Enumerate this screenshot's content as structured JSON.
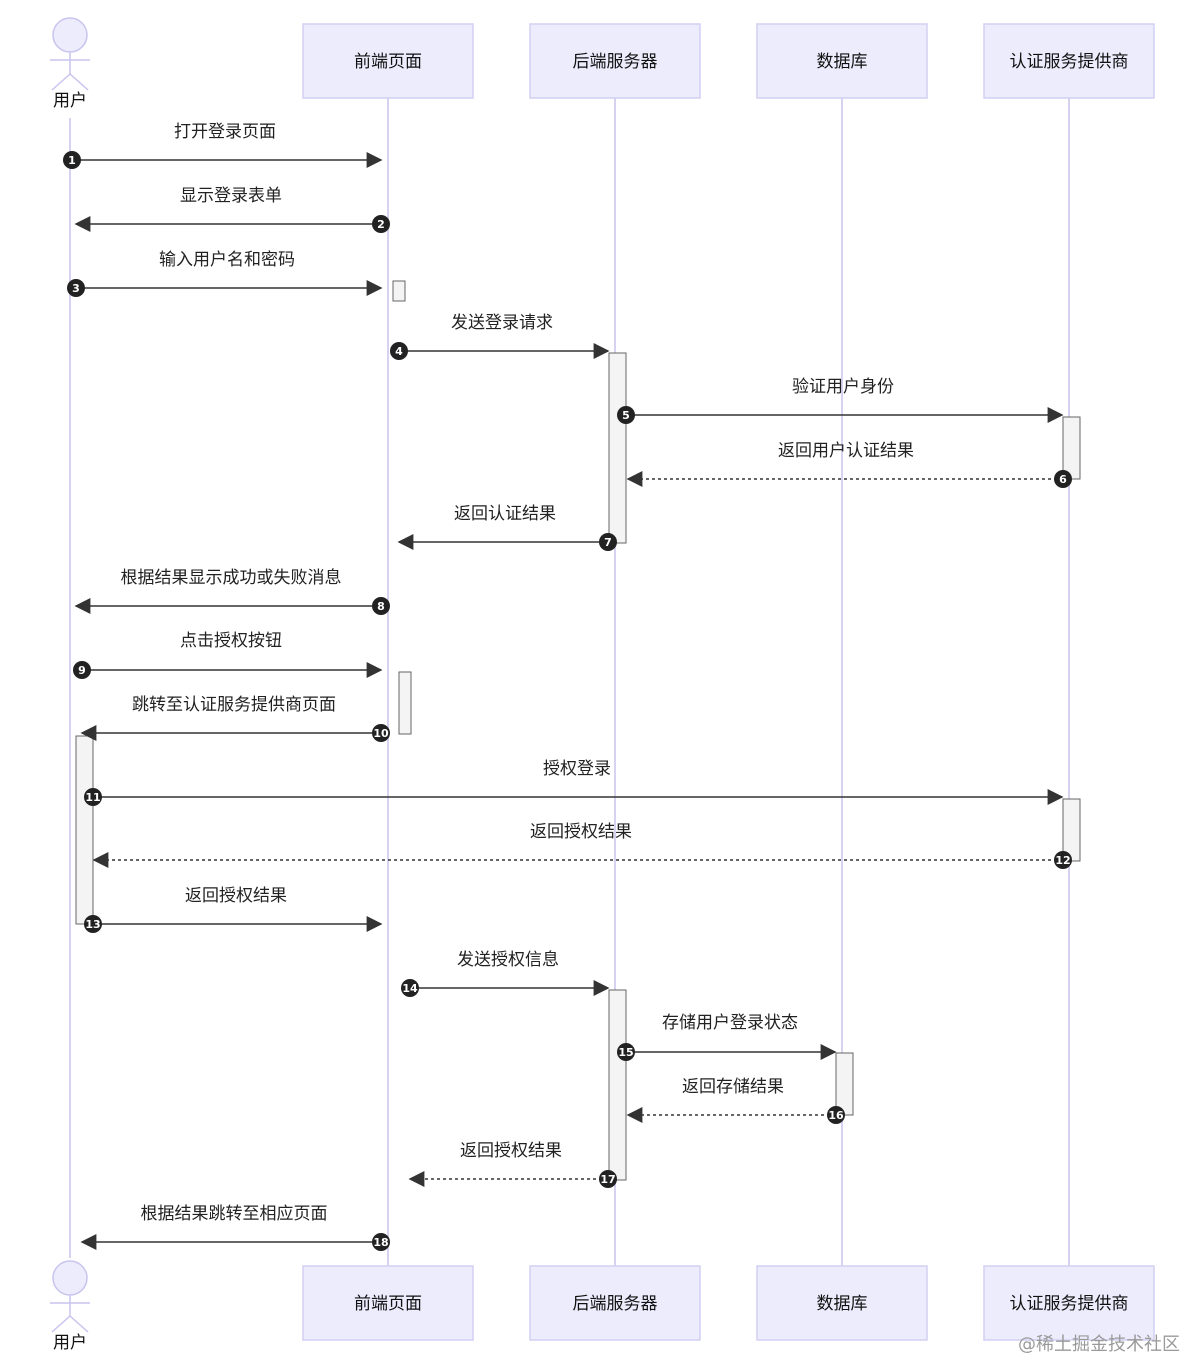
{
  "actor": {
    "name": "用户"
  },
  "participants": [
    {
      "id": "frontend",
      "label": "前端页面"
    },
    {
      "id": "backend",
      "label": "后端服务器"
    },
    {
      "id": "db",
      "label": "数据库"
    },
    {
      "id": "auth",
      "label": "认证服务提供商"
    }
  ],
  "messages": [
    {
      "n": "1",
      "from": "user",
      "to": "frontend",
      "text": "打开登录页面",
      "style": "solid"
    },
    {
      "n": "2",
      "from": "frontend",
      "to": "user",
      "text": "显示登录表单",
      "style": "solid"
    },
    {
      "n": "3",
      "from": "user",
      "to": "frontend",
      "text": "输入用户名和密码",
      "style": "solid"
    },
    {
      "n": "4",
      "from": "frontend",
      "to": "backend",
      "text": "发送登录请求",
      "style": "solid"
    },
    {
      "n": "5",
      "from": "backend",
      "to": "auth",
      "text": "验证用户身份",
      "style": "solid"
    },
    {
      "n": "6",
      "from": "auth",
      "to": "backend",
      "text": "返回用户认证结果",
      "style": "dashed"
    },
    {
      "n": "7",
      "from": "backend",
      "to": "frontend",
      "text": "返回认证结果",
      "style": "solid"
    },
    {
      "n": "8",
      "from": "frontend",
      "to": "user",
      "text": "根据结果显示成功或失败消息",
      "style": "solid"
    },
    {
      "n": "9",
      "from": "user",
      "to": "frontend",
      "text": "点击授权按钮",
      "style": "solid"
    },
    {
      "n": "10",
      "from": "frontend",
      "to": "user",
      "text": "跳转至认证服务提供商页面",
      "style": "solid"
    },
    {
      "n": "11",
      "from": "user",
      "to": "auth",
      "text": "授权登录",
      "style": "solid"
    },
    {
      "n": "12",
      "from": "auth",
      "to": "user",
      "text": "返回授权结果",
      "style": "dashed"
    },
    {
      "n": "13",
      "from": "user",
      "to": "frontend",
      "text": "返回授权结果",
      "style": "solid"
    },
    {
      "n": "14",
      "from": "frontend",
      "to": "backend",
      "text": "发送授权信息",
      "style": "solid"
    },
    {
      "n": "15",
      "from": "backend",
      "to": "db",
      "text": "存储用户登录状态",
      "style": "solid"
    },
    {
      "n": "16",
      "from": "db",
      "to": "backend",
      "text": "返回存储结果",
      "style": "dashed"
    },
    {
      "n": "17",
      "from": "backend",
      "to": "frontend",
      "text": "返回授权结果",
      "style": "dashed"
    },
    {
      "n": "18",
      "from": "frontend",
      "to": "user",
      "text": "根据结果跳转至相应页面",
      "style": "solid"
    }
  ],
  "watermark": "@稀土掘金技术社区",
  "colors": {
    "participant_fill": "#ececfd",
    "participant_stroke": "#d3d0f2",
    "lifeline": "#d6d2f0",
    "arrow": "#333333",
    "marker": "#222222"
  }
}
